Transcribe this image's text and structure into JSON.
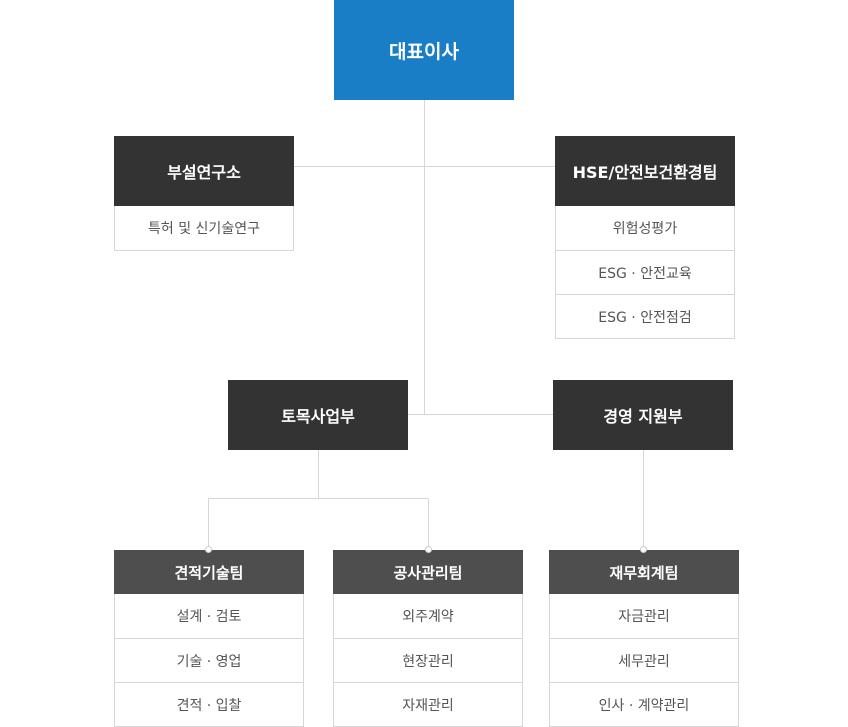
{
  "ceo": {
    "label": "대표이사"
  },
  "research": {
    "label": "부설연구소",
    "items": [
      "특허 및 신기술연구"
    ]
  },
  "hse": {
    "label": "HSE/안전보건환경팀",
    "items": [
      "위험성평가",
      "ESG · 안전교육",
      "ESG · 안전점검"
    ]
  },
  "civil": {
    "label": "토목사업부"
  },
  "management": {
    "label": "경영 지원부"
  },
  "estimation_team": {
    "label": "견적기술팀",
    "items": [
      "설계 · 검토",
      "기술 · 영업",
      "견적 · 입찰"
    ]
  },
  "construction_team": {
    "label": "공사관리팀",
    "items": [
      "외주계약",
      "현장관리",
      "자재관리"
    ]
  },
  "finance_team": {
    "label": "재무회계팀",
    "items": [
      "자금관리",
      "세무관리",
      "인사 · 계약관리"
    ]
  },
  "colors": {
    "ceo": "#1a7ec7",
    "dept": "#333333",
    "team": "#4e4e4e",
    "line": "#d6d6d6"
  }
}
